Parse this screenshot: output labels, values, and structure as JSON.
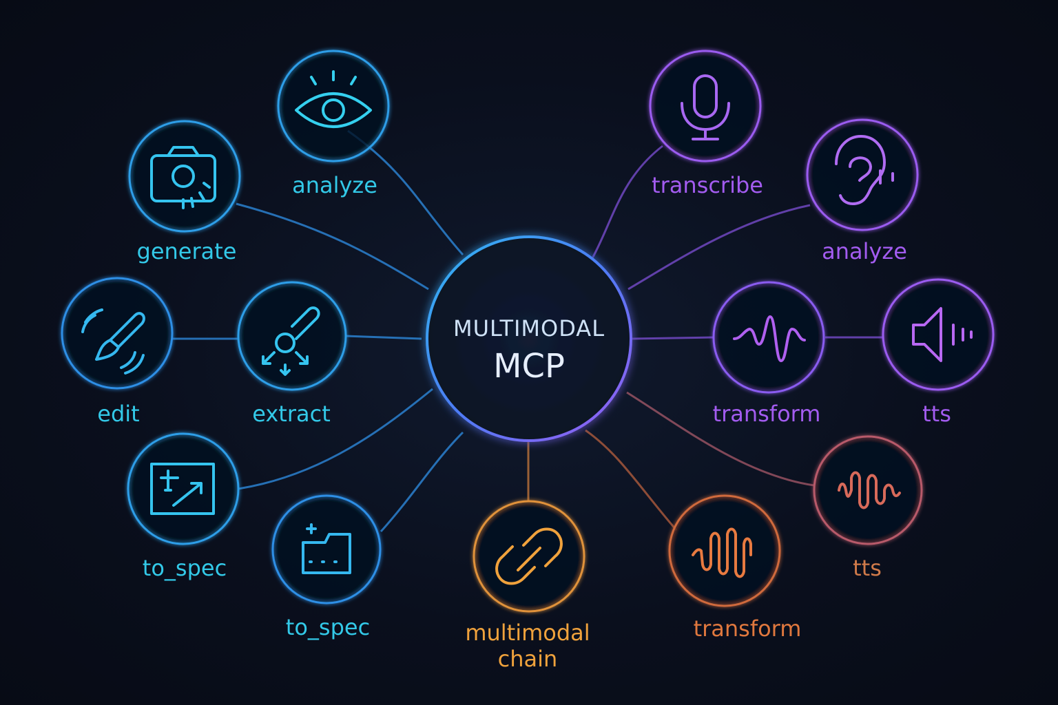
{
  "center": {
    "line1": "MULTIMODAL",
    "line2": "MCP"
  },
  "colors": {
    "cyan": "#33c9e8",
    "blue": "#2f8fe6",
    "purple": "#a35cf0",
    "violet": "#8a5cf0",
    "orange": "#f0a23c",
    "rust": "#e0783e",
    "mauve": "#c8604e"
  },
  "nodes": [
    {
      "id": "generate",
      "label": "generate",
      "icon": "camera-icon"
    },
    {
      "id": "analyze-vision",
      "label": "analyze",
      "icon": "eye-icon"
    },
    {
      "id": "edit",
      "label": "edit",
      "icon": "brush-icon"
    },
    {
      "id": "extract",
      "label": "extract",
      "icon": "extract-icon"
    },
    {
      "id": "to-spec-1",
      "label": "to_spec",
      "icon": "frame-arrow-icon"
    },
    {
      "id": "to-spec-2",
      "label": "to_spec",
      "icon": "spec-icon"
    },
    {
      "id": "chain",
      "label": "multimodal\nchain",
      "label_line1": "multimodal",
      "label_line2": "chain",
      "icon": "link-icon"
    },
    {
      "id": "transcribe",
      "label": "transcribe",
      "icon": "microphone-icon"
    },
    {
      "id": "analyze-audio",
      "label": "analyze",
      "icon": "ear-icon"
    },
    {
      "id": "transform-audio",
      "label": "transform",
      "icon": "waveform-icon"
    },
    {
      "id": "tts-speaker",
      "label": "tts",
      "icon": "speaker-icon"
    },
    {
      "id": "tts-wave",
      "label": "tts",
      "icon": "squiggle-wave-icon"
    },
    {
      "id": "transform-wave",
      "label": "transform",
      "icon": "pulse-wave-icon"
    }
  ]
}
